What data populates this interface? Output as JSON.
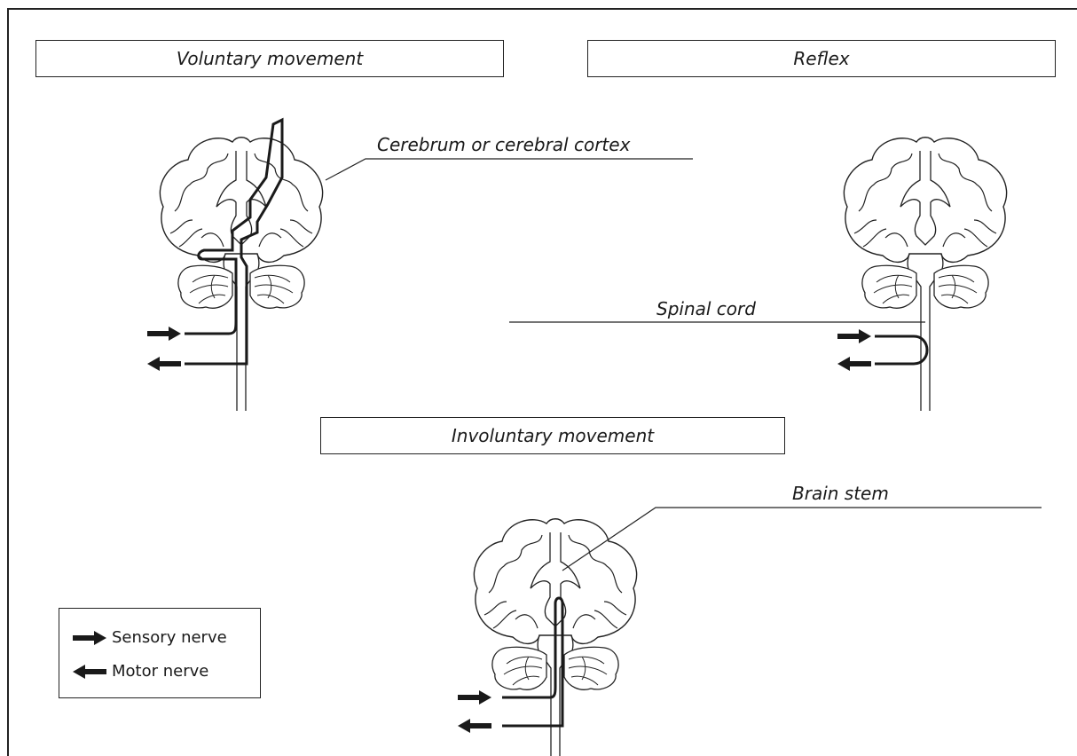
{
  "titles": {
    "voluntary": "Voluntary movement",
    "reflex": "Reflex",
    "involuntary": "Involuntary movement"
  },
  "labels": {
    "cerebrum": "Cerebrum or cerebral cortex",
    "spinal_cord": "Spinal cord",
    "brain_stem": "Brain stem"
  },
  "legend": {
    "sensory": "Sensory nerve",
    "motor": "Motor nerve"
  },
  "icons": [
    "right-arrow-icon",
    "left-arrow-icon"
  ],
  "colors": {
    "line": "#1a1a1a",
    "background": "#ffffff"
  }
}
